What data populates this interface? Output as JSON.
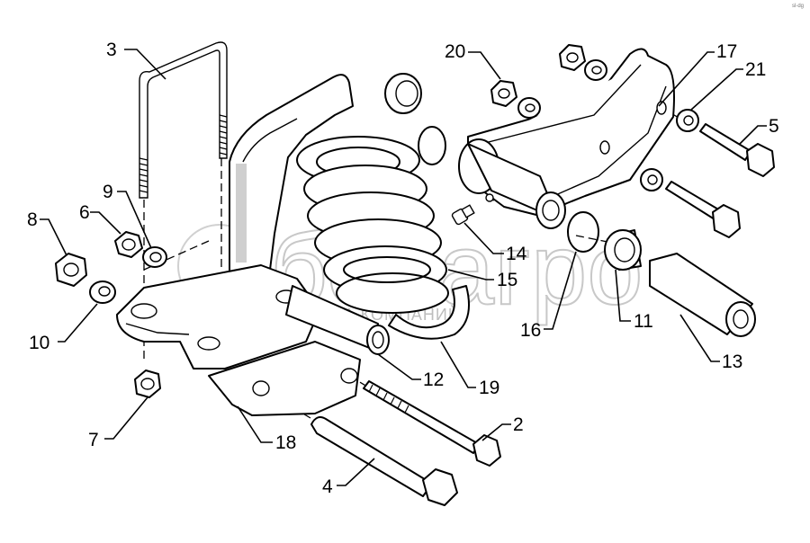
{
  "watermark": {
    "brand": "белагро",
    "tagline": "ГРУППА КОМПАНИЙ"
  },
  "corner_mark": "sl-dg",
  "callouts": {
    "c1": "3",
    "c2": "20",
    "c3": "17",
    "c4": "21",
    "c5": "5",
    "c6": "9",
    "c7": "8",
    "c8": "6",
    "c9": "14",
    "c10": "15",
    "c11": "16",
    "c12": "11",
    "c13": "13",
    "c14": "10",
    "c15": "12",
    "c16": "19",
    "c17": "2",
    "c18": "7",
    "c19": "18",
    "c20": "4"
  }
}
